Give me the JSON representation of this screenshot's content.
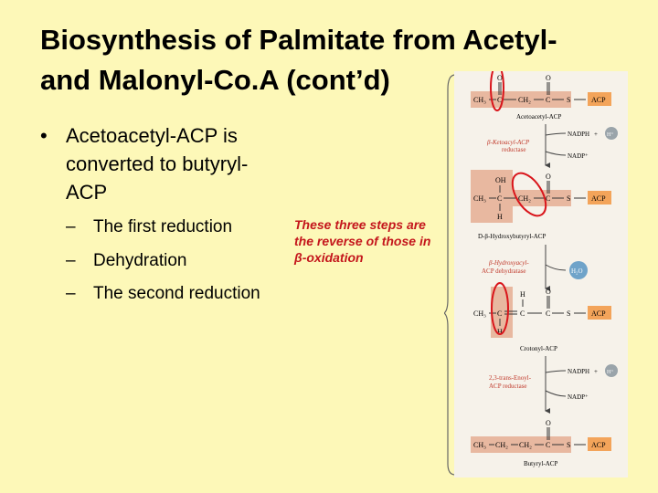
{
  "slide": {
    "title_line1": "Biosynthesis of Palmitate from Acetyl-",
    "title_line2": "and Malonyl-Co.A (cont’d)",
    "bullet_symbol": "•",
    "bullet_text": "Acetoacetyl-ACP is converted to butyryl-ACP",
    "sub_items": [
      {
        "dash": "–",
        "text": "The first reduction"
      },
      {
        "dash": "–",
        "text": "Dehydration"
      },
      {
        "dash": "–",
        "text": "The second reduction"
      }
    ],
    "note_lines": [
      "These three steps are",
      "the reverse of those in",
      "β-oxidation"
    ]
  },
  "figure": {
    "acetoacetyl": {
      "ch3": "CH₃",
      "c1": "C",
      "ch2": "CH₂",
      "c2": "C",
      "s": "S",
      "acp": "ACP",
      "o": "O",
      "name": "Acetoacetyl-ACP"
    },
    "enzyme1": {
      "line1": "β-Ketoacyl-ACP",
      "line2": "reductase"
    },
    "nadph": "NADPH",
    "plus": "+",
    "h": "H⁺",
    "nadp": "NADP⁺",
    "hydroxy": {
      "ch3": "CH₃",
      "c1": "C",
      "ch2": "CH₂",
      "c2": "C",
      "s": "S",
      "acp": "ACP",
      "oh": "OH",
      "h": "H",
      "o": "O",
      "name": "D-β-Hydroxybutyryl-ACP"
    },
    "enzyme2": {
      "line1": "β-Hydroxyacyl-",
      "line2": "ACP dehydratase"
    },
    "water": "H₂O",
    "crotonyl": {
      "ch3": "CH₃",
      "c1": "C",
      "c2": "C",
      "c3": "C",
      "s": "S",
      "acp": "ACP",
      "h": "H",
      "o": "O",
      "name": "Crotonyl-ACP"
    },
    "enzyme3": {
      "line1": "2,3-trans-Enoyl-",
      "line2": "ACP reductase"
    },
    "butyryl": {
      "ch3": "CH₃",
      "ch2a": "CH₂",
      "ch2b": "CH₂",
      "c": "C",
      "s": "S",
      "acp": "ACP",
      "o": "O",
      "name": "Butyryl-ACP"
    }
  },
  "colors": {
    "background": "#fdf8b8",
    "note_text": "#c4161c",
    "highlight_circle": "#d9151b",
    "molecule_box": "#e8b8a0",
    "acp_box": "#f3a45a",
    "enzyme_text": "#c0392b",
    "water_badge": "#6fa3c9",
    "h_badge": "#9aa4aa"
  }
}
